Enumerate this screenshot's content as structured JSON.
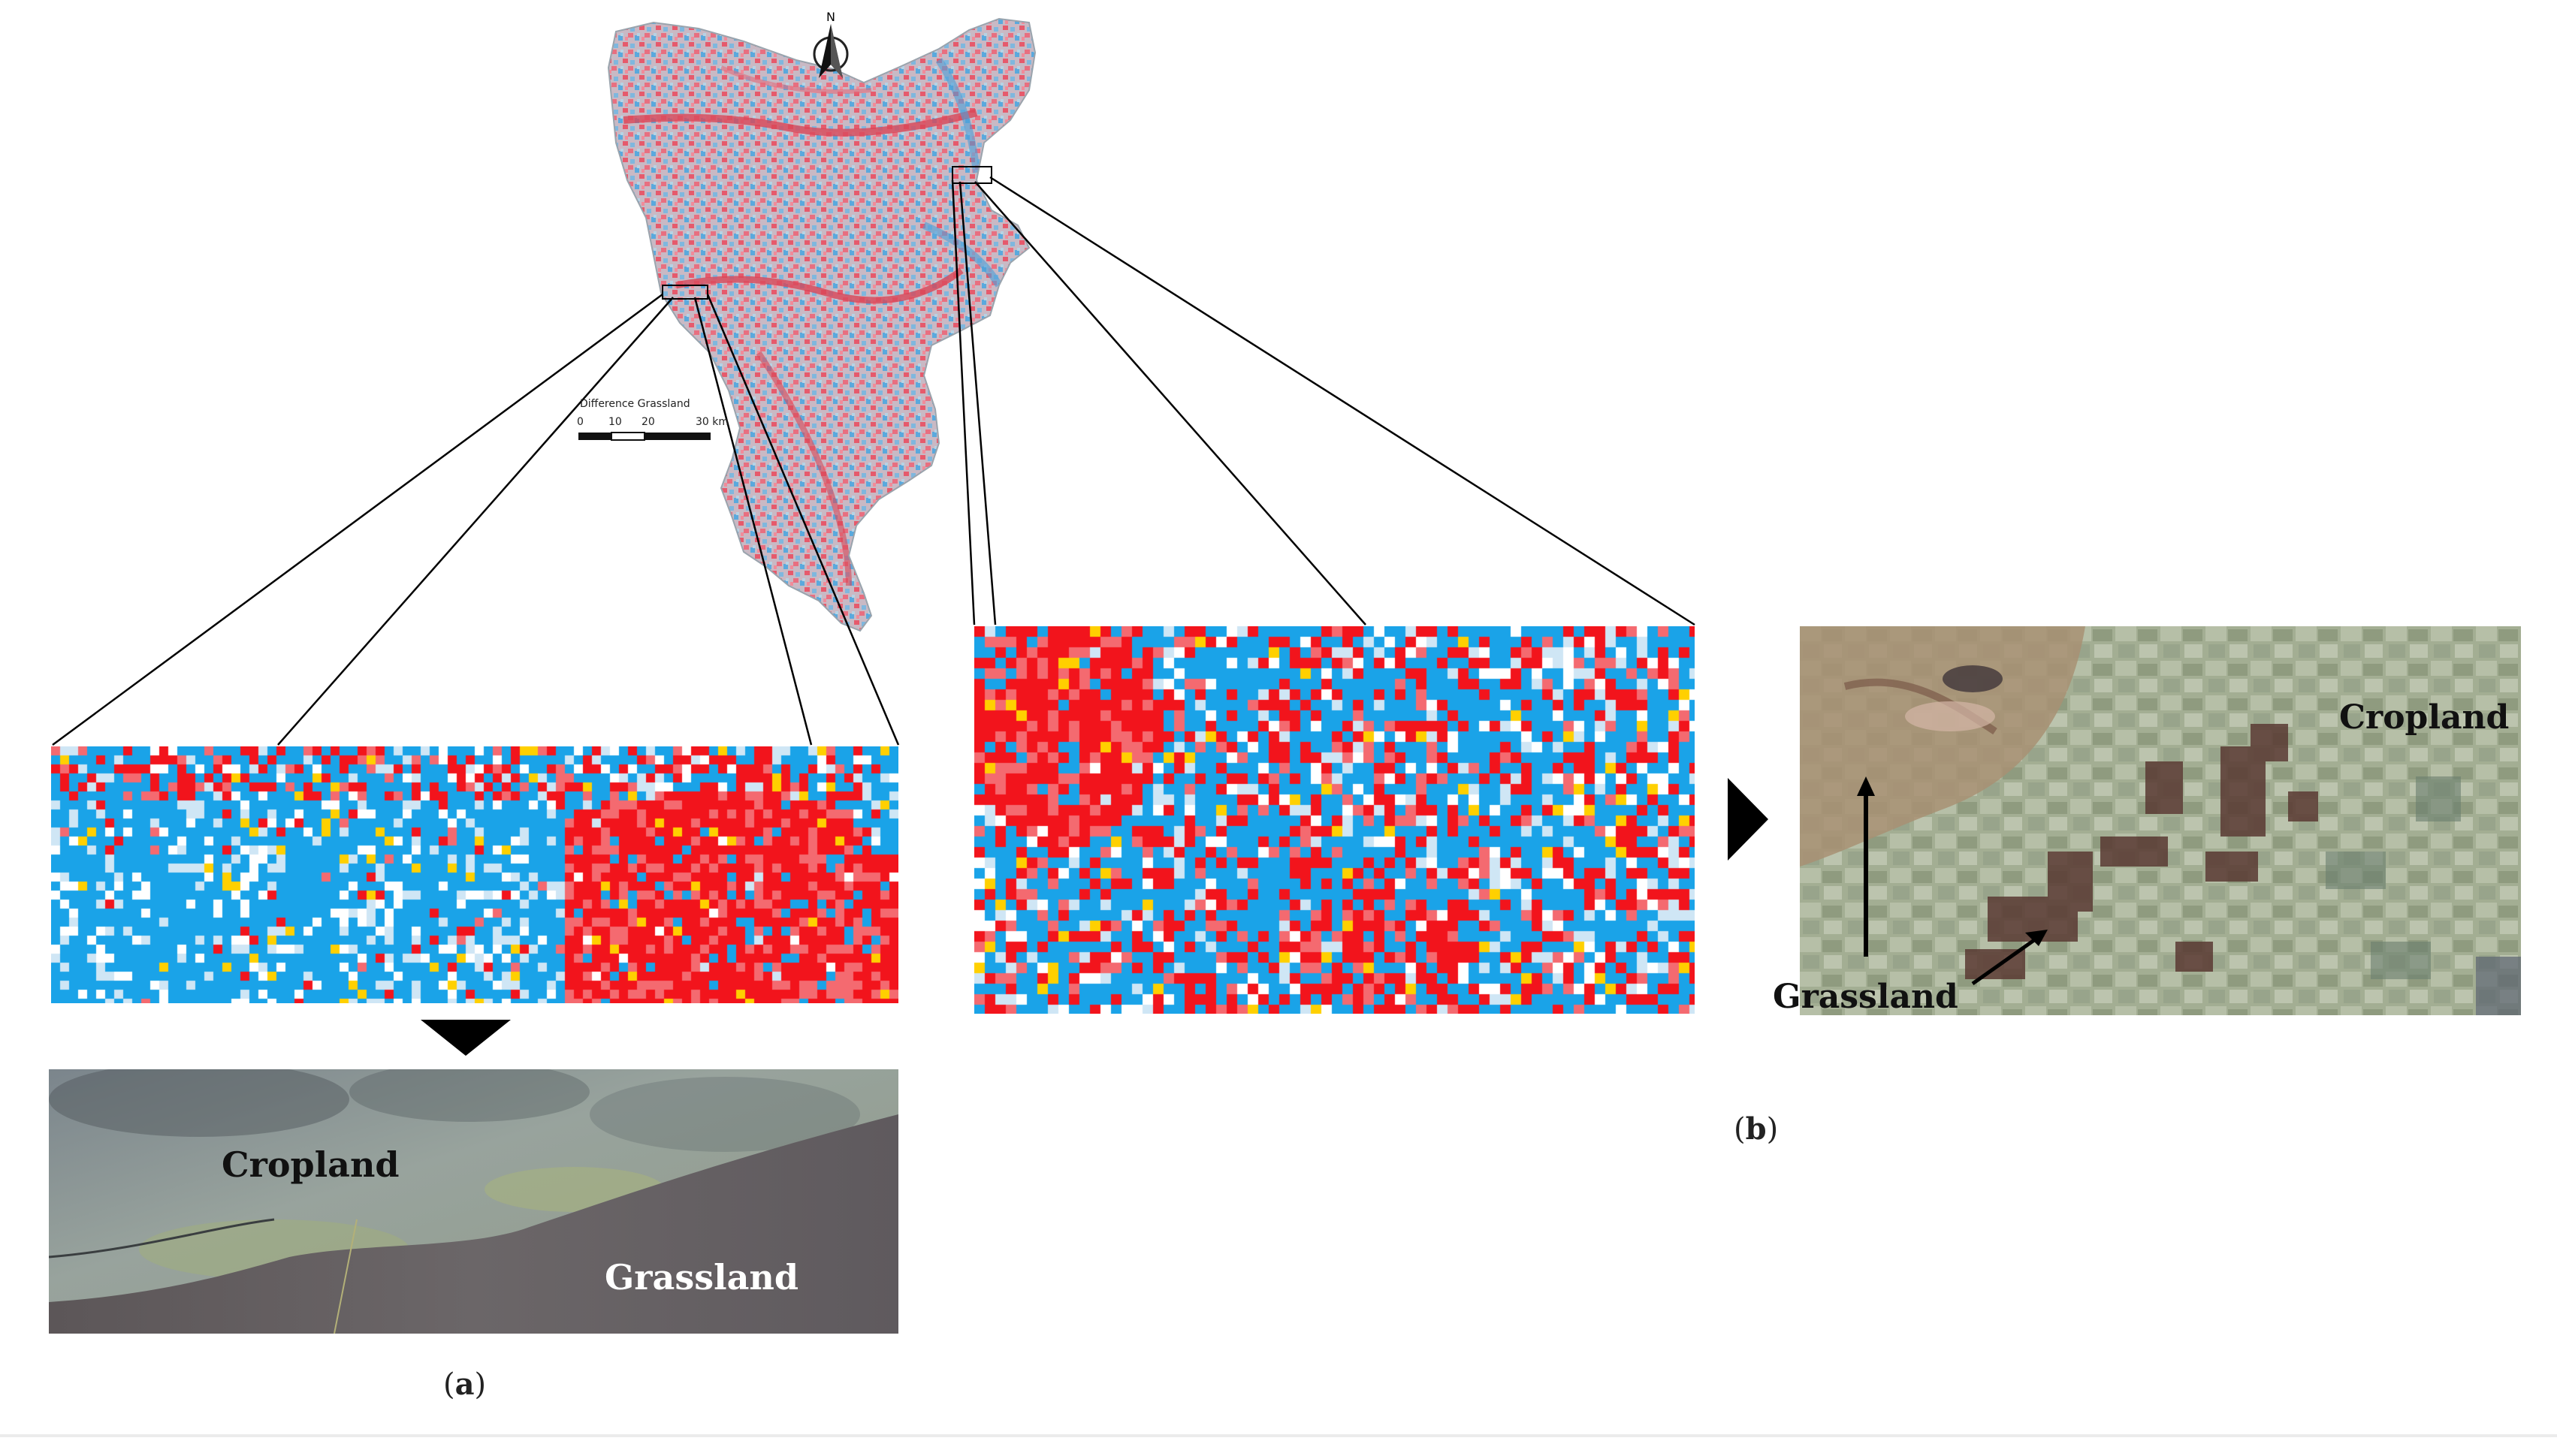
{
  "colors": {
    "gain": "#f2141c",
    "loss": "#1aa3e8",
    "pale": "#b9cfd8",
    "highlight": "#ffd000",
    "line": "#000000"
  },
  "map": {
    "north_label": "N",
    "legend_title": "Difference Grassland",
    "scale_ticks": [
      "0",
      "10",
      "20",
      "30 km"
    ]
  },
  "panel_a": {
    "caption_open": "(",
    "caption_letter": "a",
    "caption_close": ")",
    "label_cropland": "Cropland",
    "label_grassland": "Grassland"
  },
  "panel_b": {
    "caption_open": "(",
    "caption_letter": "b",
    "caption_close": ")",
    "label_cropland": "Cropland",
    "label_grassland": "Grassland"
  }
}
